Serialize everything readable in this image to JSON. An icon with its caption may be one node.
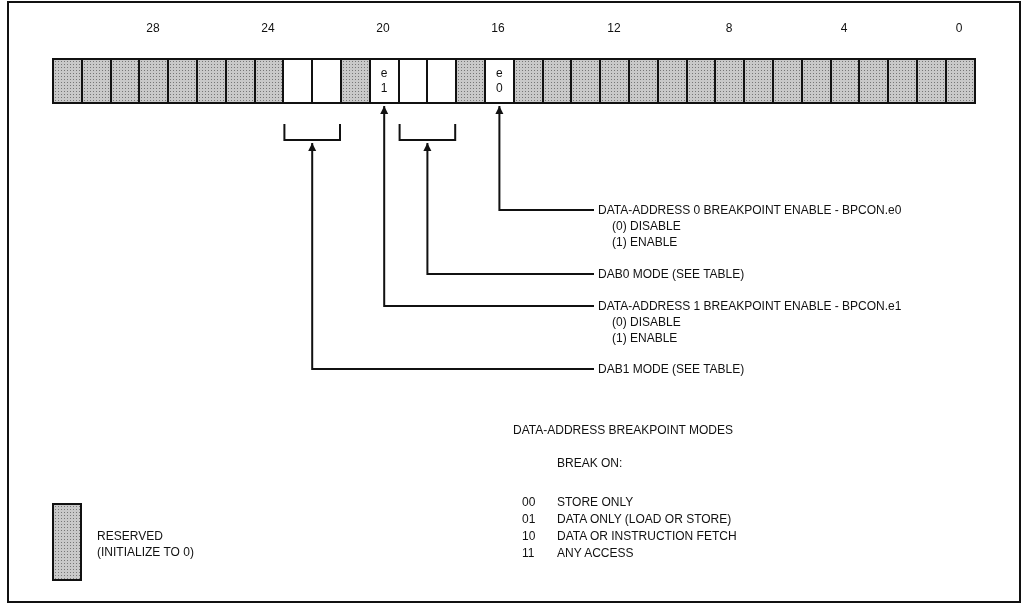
{
  "diagram": {
    "nodes": [
      {
        "text": [],
        "shape": "box"
      },
      {
        "text": [],
        "shape": "box"
      },
      {
        "text": [],
        "shape": "box"
      },
      {
        "text": [],
        "shape": "box"
      },
      {
        "text": [],
        "shape": "box"
      },
      {
        "text": [],
        "shape": "box"
      },
      {
        "text": [],
        "shape": "box"
      },
      {
        "text": [],
        "shape": "box"
      },
      {
        "text": [],
        "shape": "box"
      },
      {
        "text": [],
        "shape": "box"
      },
      {
        "text": [],
        "shape": "box"
      },
      {
        "text": [
          "e 1"
        ]
      },
      {
        "text": [],
        "shape": "box"
      },
      {
        "text": [],
        "shape": "box"
      },
      {
        "text": [],
        "shape": "box"
      },
      {
        "text": [
          "e 0"
        ]
      },
      {
        "text": [],
        "shape": "box"
      },
      {
        "text": [],
        "shape": "box"
      },
      {
        "text": [],
        "shape": "box"
      },
      {
        "text": [],
        "shape": "box"
      },
      {
        "text": [],
        "shape": "box"
      },
      {
        "text": [],
        "shape": "box"
      },
      {
        "text": [],
        "shape": "box"
      },
      {
        "text": [],
        "shape": "box"
      },
      {
        "text": [],
        "shape": "box"
      },
      {
        "text": [],
        "shape": "box"
      },
      {
        "text": [],
        "shape": "box"
      },
      {
        "text": [],
        "shape": "box"
      },
      {
        "text": [],
        "shape": "box"
      },
      {
        "text": [],
        "shape": "box"
      },
      {
        "text": [],
        "shape": "box"
      },
      {
        "text": [],
        "shape": "box"
      },
      {
        "text": [],
        "shape": "bracket"
      },
      {
        "text": [],
        "shape": "bracket"
      },
      {
        "text": [
          "DATA-ADDRESS 0 BREAKPOINT ENABLE - BPCON.e0",
          "(0) DISABLE",
          "(1) ENABLE"
        ]
      },
      {
        "text": [
          "DAB0 MODE (SEE TABLE)"
        ]
      },
      {
        "text": [
          "DATA-ADDRESS 1 BREAKPOINT ENABLE - BPCON.e1",
          "(0) DISABLE",
          "(1) ENABLE"
        ]
      },
      {
        "text": [
          "DAB1 MODE (SEE TABLE)"
        ]
      }
    ],
    "edges": [
      {
        "from": 34,
        "to": 15,
        "arrow": "to"
      },
      {
        "from": 35,
        "to": 33,
        "arrow": "to"
      },
      {
        "from": 36,
        "to": 11,
        "arrow": "to"
      },
      {
        "from": 37,
        "to": 32,
        "arrow": "to"
      }
    ],
    "labels": [
      "28",
      "24",
      "20",
      "16",
      "12",
      "8",
      "4",
      "0",
      "DATA-ADDRESS BREAKPOINT MODES",
      "BREAK ON:",
      "00",
      "STORE ONLY",
      "01",
      "DATA ONLY (LOAD OR STORE)",
      "10",
      "DATA OR INSTRUCTION FETCH",
      "11",
      "ANY ACCESS"
    ],
    "legend": [
      {
        "text": "RESERVED (INITIALIZE TO 0)"
      }
    ]
  }
}
